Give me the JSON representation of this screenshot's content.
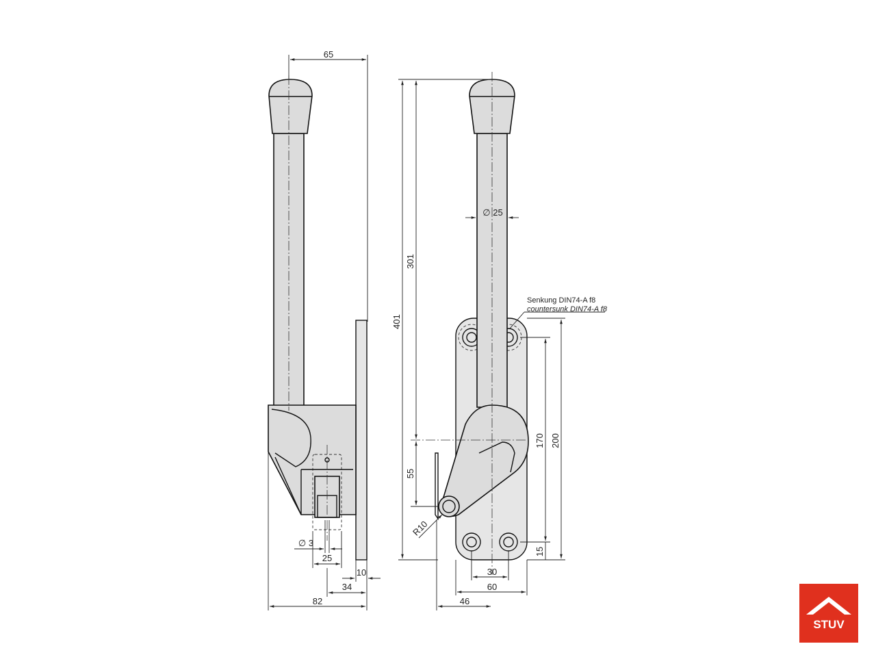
{
  "dimensions": {
    "width_65": "65",
    "height_401": "401",
    "height_301": "301",
    "diameter_25": "∅ 25",
    "height_170": "170",
    "height_200": "200",
    "height_55": "55",
    "radius_10": "R10",
    "height_15": "15",
    "width_30": "30",
    "width_60": "60",
    "width_46": "46",
    "diameter_3": "∅ 3",
    "width_25": "25",
    "width_10": "10",
    "width_34": "34",
    "width_82": "82"
  },
  "notes": {
    "countersink_de": "Senkung DIN74-A f8",
    "countersink_en": "countersunk DIN74-A f8"
  },
  "logo": {
    "text": "STUV",
    "color": "#e0301e"
  }
}
